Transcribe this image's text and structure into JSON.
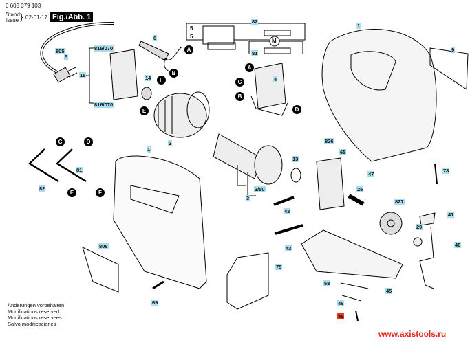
{
  "header": {
    "part_number": "0 603 379 103",
    "stand_label": "Stand",
    "issue_label": "Issue",
    "date": "02-01-17",
    "figure_title": "Fig./Abb. 1"
  },
  "part_labels": [
    {
      "id": "805",
      "text": "805"
    },
    {
      "id": "5a",
      "text": "5"
    },
    {
      "id": "16",
      "text": "16"
    },
    {
      "id": "816-070-top",
      "text": "816/070"
    },
    {
      "id": "816-070-bottom",
      "text": "816/070"
    },
    {
      "id": "6",
      "text": "6"
    },
    {
      "id": "14",
      "text": "14"
    },
    {
      "id": "2",
      "text": "2"
    },
    {
      "id": "82-top",
      "text": "82"
    },
    {
      "id": "81-top",
      "text": "81"
    },
    {
      "id": "4",
      "text": "4"
    },
    {
      "id": "1-top",
      "text": "1"
    },
    {
      "id": "9",
      "text": "9"
    },
    {
      "id": "82",
      "text": "82"
    },
    {
      "id": "81",
      "text": "81"
    },
    {
      "id": "1-handle",
      "text": "1"
    },
    {
      "id": "13",
      "text": "13"
    },
    {
      "id": "3-50",
      "text": "3/50"
    },
    {
      "id": "3",
      "text": "3"
    },
    {
      "id": "826",
      "text": "826"
    },
    {
      "id": "65",
      "text": "65"
    },
    {
      "id": "47",
      "text": "47"
    },
    {
      "id": "78",
      "text": "78"
    },
    {
      "id": "25",
      "text": "25"
    },
    {
      "id": "43-a",
      "text": "43"
    },
    {
      "id": "827",
      "text": "827"
    },
    {
      "id": "41",
      "text": "41"
    },
    {
      "id": "29",
      "text": "29"
    },
    {
      "id": "40",
      "text": "40"
    },
    {
      "id": "43-b",
      "text": "43"
    },
    {
      "id": "808",
      "text": "808"
    },
    {
      "id": "75",
      "text": "75"
    },
    {
      "id": "69",
      "text": "69"
    },
    {
      "id": "58",
      "text": "58"
    },
    {
      "id": "45",
      "text": "45"
    },
    {
      "id": "46",
      "text": "46"
    },
    {
      "id": "48",
      "text": "48"
    }
  ],
  "wiring_labels": {
    "switch_5_top": "5",
    "switch_5_bottom": "5",
    "motor": "M"
  },
  "connectors": {
    "A": "A",
    "B": "B",
    "C": "C",
    "D": "D",
    "E": "E",
    "F": "F"
  },
  "notes": [
    "Änderungen vorbehalten",
    "Modifications reserved",
    "Modifications reservees",
    "Salvo modificaciones"
  ],
  "watermark": "www.axistools.ru",
  "colors": {
    "label_bg": "#a9dcee",
    "highlight_label_bg": "#e53a1e",
    "watermark": "#e2241b"
  }
}
